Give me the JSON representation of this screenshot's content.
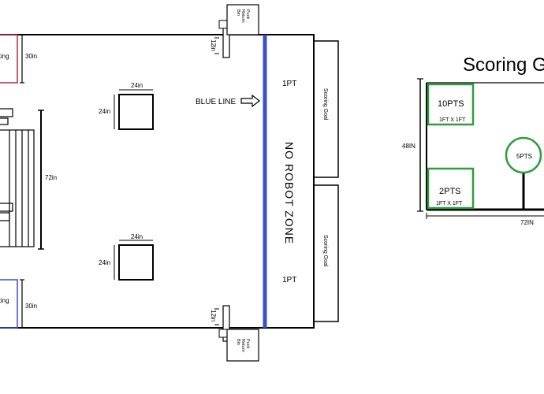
{
  "field": {
    "starting_label": "rting",
    "starting_dim": "30in",
    "obstacle_width": "24in",
    "obstacle_height": "24in",
    "field_height": "72in",
    "blue_line_label": "BLUE LINE",
    "zone_label": "NO ROBOT ZONE",
    "point_label": "1PT",
    "goal_label": "Scoring Goal",
    "bin_dim": "12in",
    "puck_bin_label": [
      "Puck",
      "Return",
      "Bin"
    ],
    "colors": {
      "blue_line": "#3a4fc8",
      "red_zone": "#c0283c",
      "blue_zone": "#3a4fc8"
    }
  },
  "scoring_goal": {
    "title": "Scoring G",
    "box_top_points": "10PTS",
    "box_top_size": "1FT X 1FT",
    "box_bottom_points": "2PTS",
    "box_bottom_size": "1FT X 1FT",
    "circle_points": "5PTS",
    "height_dim": "48IN",
    "width_dim": "72IN",
    "colors": {
      "green": "#2e9e3e"
    }
  }
}
